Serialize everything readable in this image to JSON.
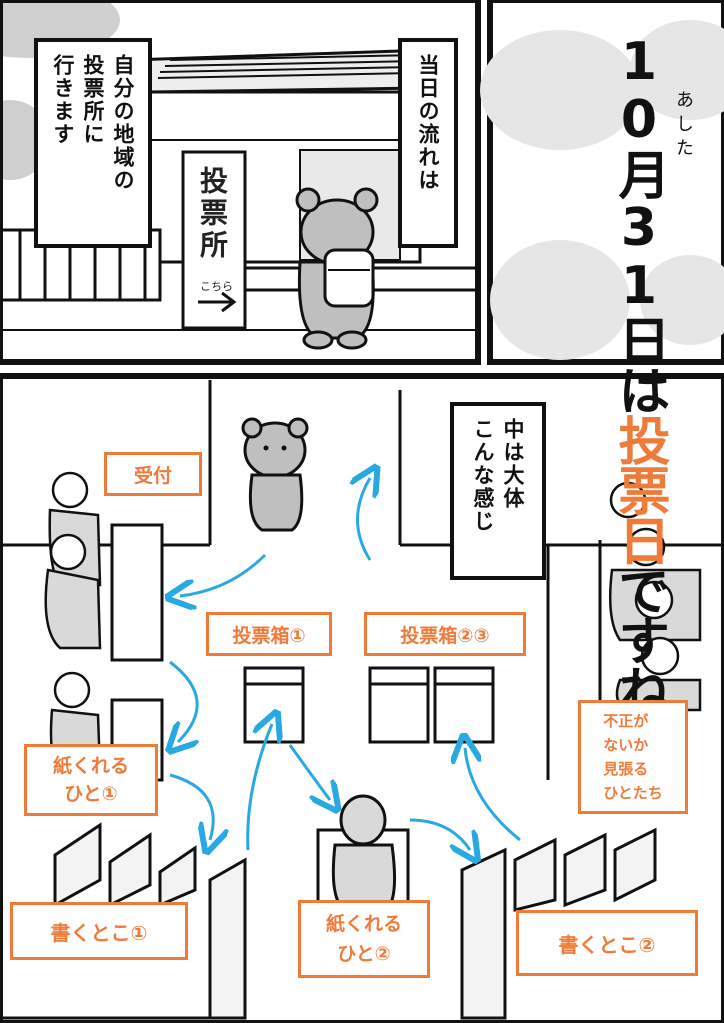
{
  "panel_top_left": {
    "caption_visit": "自分の地域の\n投票所に\n行きます",
    "caption_flow": "当日の流れは",
    "sign_text": "投票所",
    "sign_sub": "こちら"
  },
  "panel_top_right": {
    "line1": "10月31日は",
    "accent": "投票日",
    "line3": "ですね",
    "furigana": "あした"
  },
  "panel_bottom": {
    "caption_inside": "中は大体\nこんな感じ",
    "labels": {
      "reception": "受付",
      "ballot_box_1": "投票箱①",
      "ballot_box_23": "投票箱②③",
      "paper_person_1": "紙くれる\nひと①",
      "paper_person_2": "紙くれる\nひと②",
      "write_place_1": "書くとこ①",
      "write_place_2": "書くとこ②",
      "observers": "不正が\nないか\n見張る\nひとたち"
    }
  },
  "colors": {
    "accent": "#ee7b3a",
    "arrow": "#29a9e1",
    "ink": "#111111",
    "tone": "#d9d9d9"
  }
}
